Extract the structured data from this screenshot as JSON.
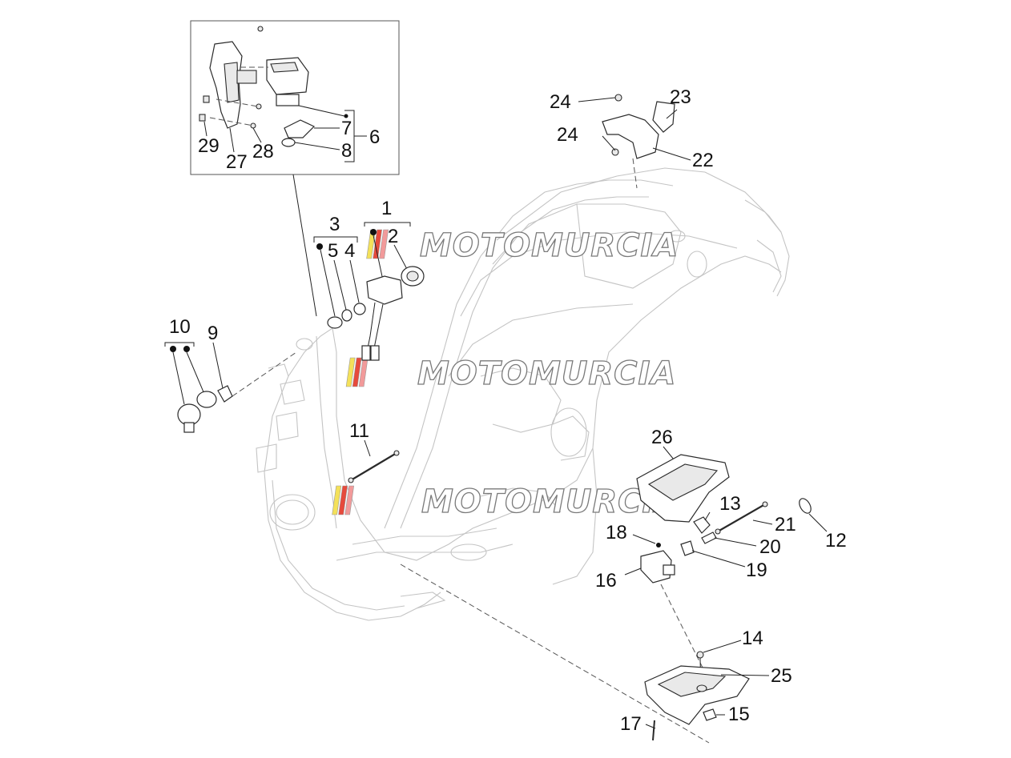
{
  "watermark": {
    "text": "MOTOMURCIA",
    "stripe_colors": [
      "#f4e15a",
      "#e64a3c",
      "#f29a9a"
    ]
  },
  "callouts": [
    {
      "id": "c1",
      "label": "1"
    },
    {
      "id": "c2",
      "label": "2"
    },
    {
      "id": "c3",
      "label": "3"
    },
    {
      "id": "c4",
      "label": "4"
    },
    {
      "id": "c5",
      "label": "5"
    },
    {
      "id": "c6",
      "label": "6"
    },
    {
      "id": "c7",
      "label": "7"
    },
    {
      "id": "c8",
      "label": "8"
    },
    {
      "id": "c9",
      "label": "9"
    },
    {
      "id": "c10",
      "label": "10"
    },
    {
      "id": "c11",
      "label": "11"
    },
    {
      "id": "c12",
      "label": "12"
    },
    {
      "id": "c13",
      "label": "13"
    },
    {
      "id": "c14",
      "label": "14"
    },
    {
      "id": "c15",
      "label": "15"
    },
    {
      "id": "c16",
      "label": "16"
    },
    {
      "id": "c17",
      "label": "17"
    },
    {
      "id": "c18",
      "label": "18"
    },
    {
      "id": "c19",
      "label": "19"
    },
    {
      "id": "c20",
      "label": "20"
    },
    {
      "id": "c21",
      "label": "21"
    },
    {
      "id": "c22",
      "label": "22"
    },
    {
      "id": "c23",
      "label": "23"
    },
    {
      "id": "c24a",
      "label": "24"
    },
    {
      "id": "c24b",
      "label": "24"
    },
    {
      "id": "c25",
      "label": "25"
    },
    {
      "id": "c26",
      "label": "26"
    },
    {
      "id": "c27",
      "label": "27"
    },
    {
      "id": "c28",
      "label": "28"
    },
    {
      "id": "c29",
      "label": "29"
    }
  ]
}
